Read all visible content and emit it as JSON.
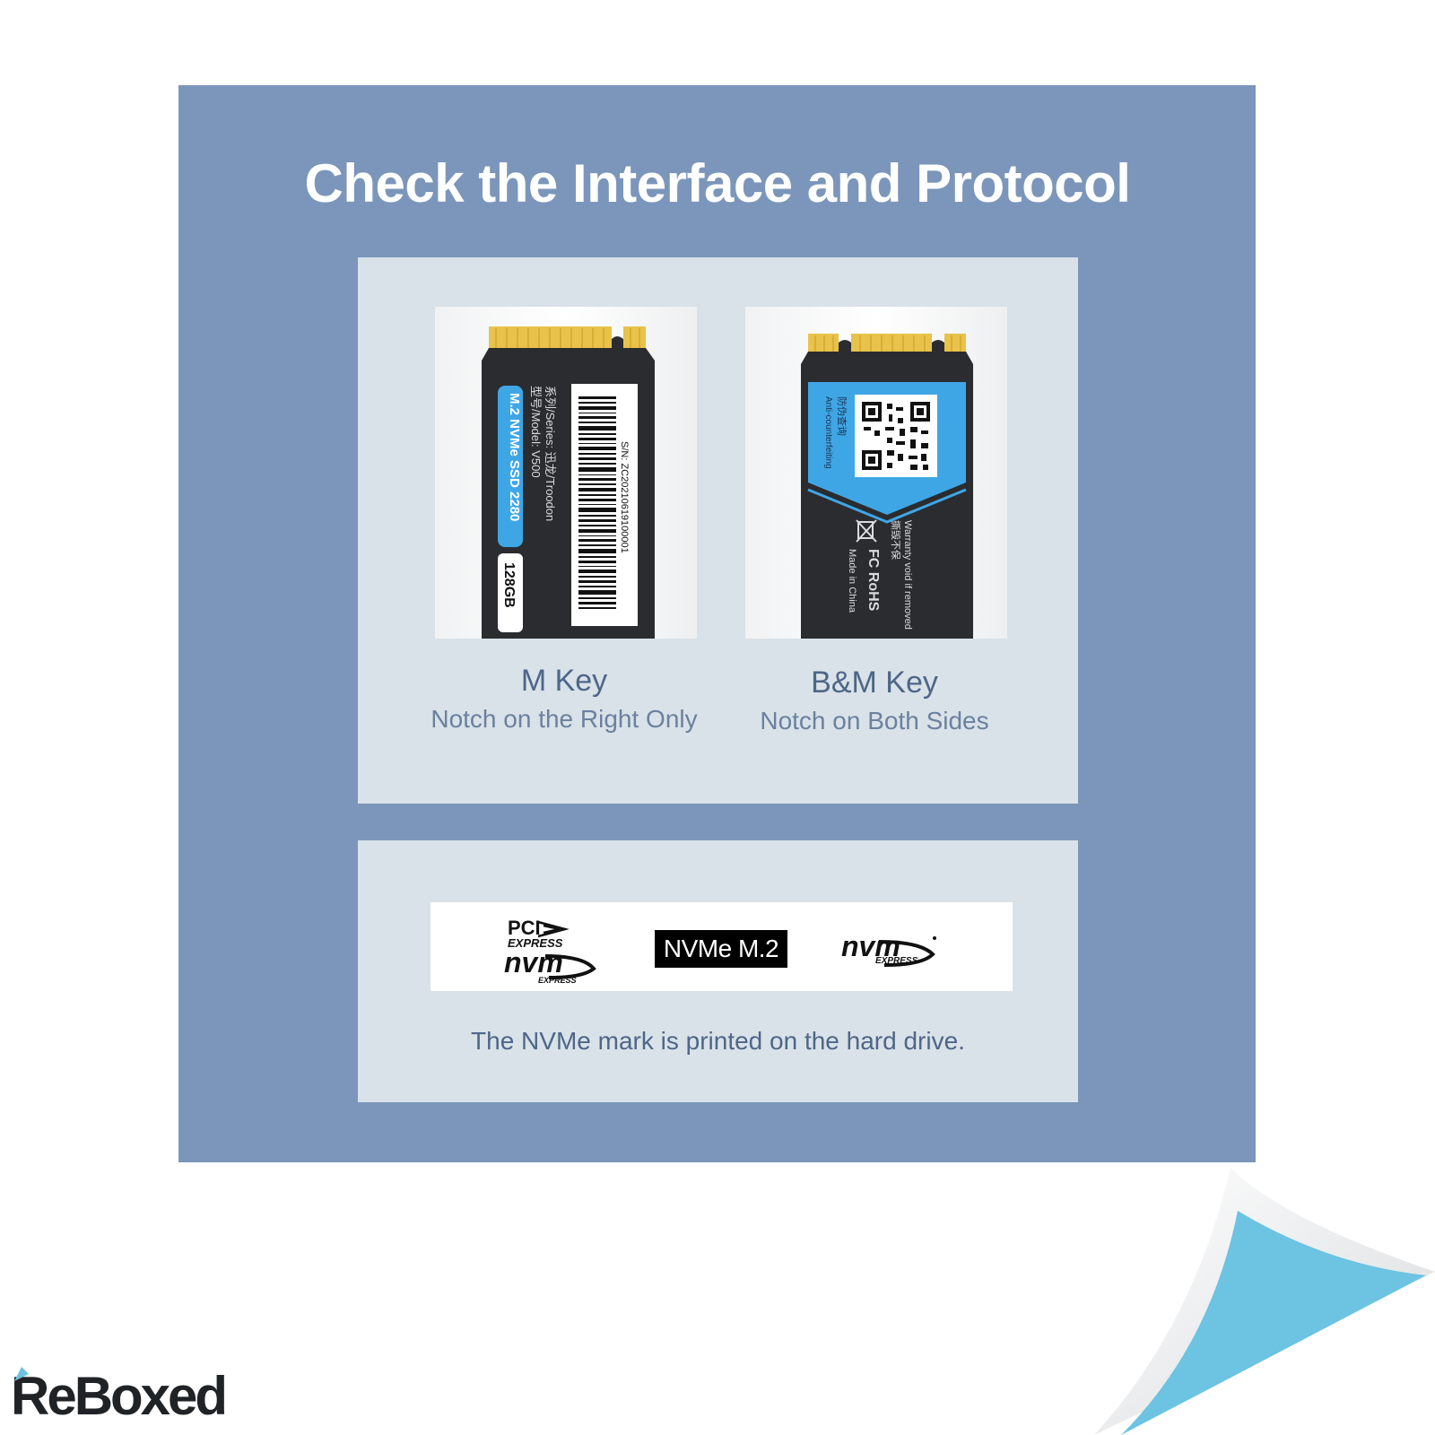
{
  "title": "Check the Interface and Protocol",
  "m_key": {
    "title": "M Key",
    "subtitle": "Notch on the Right Only",
    "label": {
      "strip": "M.2 NVMe SSD 2280",
      "capacity": "128GB",
      "model": "型号/Model: V500",
      "series": "系列/Series: 迅龙/Troodon",
      "sn": "S/N: ZC20210619100001"
    }
  },
  "bm_key": {
    "title": "B&M Key",
    "subtitle": "Notch on Both Sides",
    "label": {
      "anti_fake": "防伪查询",
      "site": "Anti-counterfeiting",
      "warranty_cn": "撕毁不保",
      "warranty_en": "Warranty void if removed",
      "made_in": "Made in China",
      "cert": "FC RoHS"
    }
  },
  "logos": {
    "pci_express_top": "PCI",
    "pci_express_bottom": "EXPRESS",
    "nvm_text": "nvm",
    "express_text": "EXPRESS",
    "nvme_m2": "NVMe M.2"
  },
  "caption": "The NVMe mark is printed on the hard drive.",
  "brand": "ReBoxed",
  "colors": {
    "panel": "#7b96ba",
    "card": "#d9e2e8",
    "title_text": "#ffffff",
    "accent_blue": "#3fa6e6",
    "pcb": "#2a2c30",
    "gold": "#e8c24a",
    "corner_blue": "#6cc3e2"
  }
}
